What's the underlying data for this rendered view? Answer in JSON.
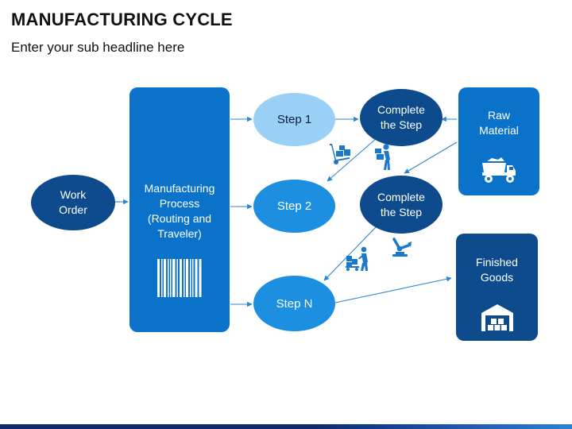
{
  "title": "MANUFACTURING CYCLE",
  "subtitle": "Enter your sub headline here",
  "nodes": {
    "work_order": {
      "label": "Work\nOrder"
    },
    "manufacturing_process": {
      "label": "Manufacturing\nProcess\n(Routing and\nTraveler)"
    },
    "step_1": {
      "label": "Step 1"
    },
    "step_2": {
      "label": "Step 2"
    },
    "step_n": {
      "label": "Step N"
    },
    "complete_1": {
      "label": "Complete\nthe Step"
    },
    "complete_2": {
      "label": "Complete\nthe Step"
    },
    "raw_material": {
      "label": "Raw\nMaterial"
    },
    "finished_goods": {
      "label": "Finished\nGoods"
    }
  },
  "colors": {
    "dark_navy": "#0d4b8c",
    "primary_blue": "#0a72c9",
    "light_blue": "#9ad0f5",
    "mid_blue": "#1d8fe1",
    "arrow": "#2c86d4",
    "icon": "#1a79cc"
  },
  "icons": [
    "barcode-icon",
    "hand-truck-icon",
    "worker-carrying-boxes-icon",
    "robotic-arm-icon",
    "worker-pushing-cart-icon",
    "dump-truck-icon",
    "warehouse-icon"
  ]
}
